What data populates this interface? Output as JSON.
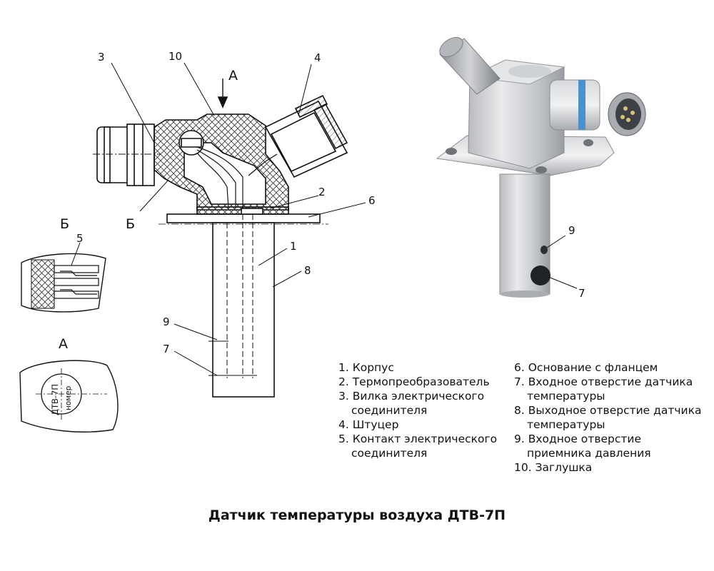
{
  "drawing": {
    "labels": {
      "n1": "1",
      "n2": "2",
      "n3": "3",
      "n4": "4",
      "n5": "5",
      "n6": "6",
      "n7": "7",
      "n8": "8",
      "n9": "9",
      "n10": "10",
      "view_a": "А",
      "view_b": "Б",
      "detail_b_title": "Б",
      "detail_b_5": "5",
      "detail_a_title": "А",
      "marking_model": "ДТВ-7П",
      "marking_number": "номер",
      "photo_9": "9",
      "photo_7": "7"
    }
  },
  "legend": {
    "left": [
      {
        "line1": "1. Корпус"
      },
      {
        "line1": "2. Термопреобразователь"
      },
      {
        "line1": "3. Вилка электрического",
        "line2": "соединителя"
      },
      {
        "line1": "4. Штуцер"
      },
      {
        "line1": "5. Контакт электрического",
        "line2": "соединителя"
      }
    ],
    "right": [
      {
        "line1": "6. Основание с фланцем"
      },
      {
        "line1": "7. Входное отверстие датчика",
        "line2": "температуры"
      },
      {
        "line1": "8. Выходное отверстие датчика",
        "line2": "температуры"
      },
      {
        "line1": "9. Входное  отверстие",
        "line2": "приемника давления"
      },
      {
        "line1": "10. Заглушка"
      }
    ]
  },
  "caption": "Датчик температуры воздуха ДТВ-7П"
}
